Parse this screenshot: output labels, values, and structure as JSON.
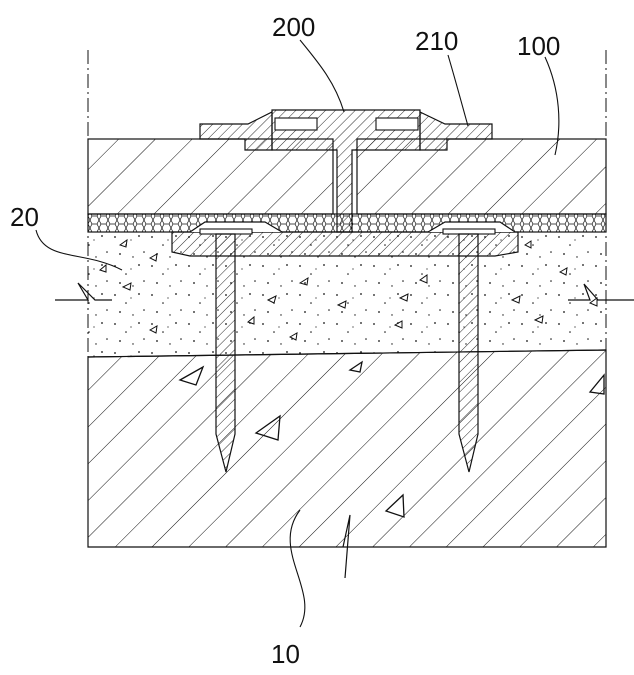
{
  "figure": {
    "labels": {
      "cover": "200",
      "cover_flange": "210",
      "panel": "100",
      "mortar_layer": "20",
      "substrate": "10"
    }
  },
  "colors": {
    "line": "#111111",
    "background": "#ffffff"
  }
}
